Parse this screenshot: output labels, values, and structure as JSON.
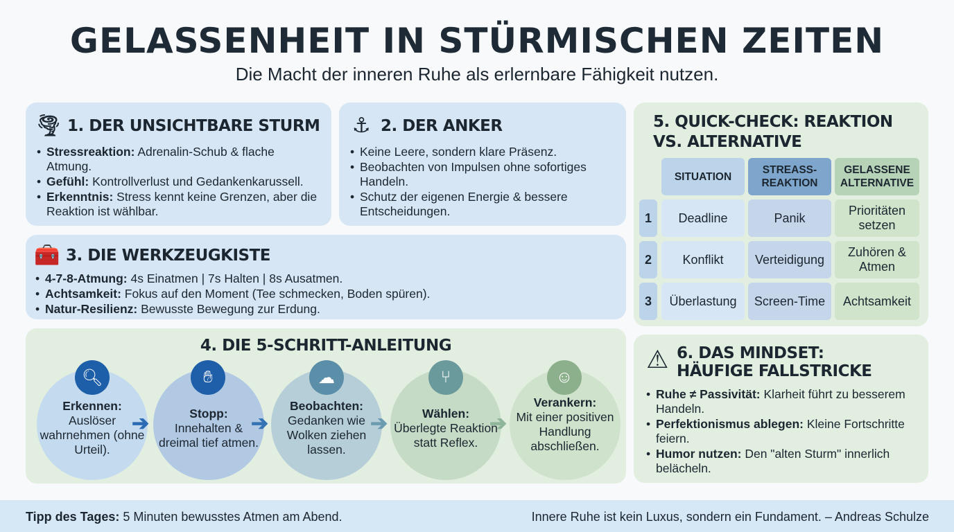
{
  "title": "GELASSENHEIT IN STÜRMISCHEN ZEITEN",
  "subtitle": "Die Macht der inneren Ruhe als erlernbare Fähigkeit nutzen.",
  "card1": {
    "title": "1. DER UNSICHTBARE STURM",
    "icon": "tornado-icon",
    "items": [
      {
        "label": "Stressreaktion:",
        "text": " Adrenalin-Schub & flache Atmung."
      },
      {
        "label": "Gefühl:",
        "text": " Kontrollverlust und Gedankenkarussell."
      },
      {
        "label": "Erkenntnis:",
        "text": " Stress kennt keine Grenzen, aber die Reaktion ist wählbar."
      }
    ]
  },
  "card2": {
    "title": "2. DER ANKER",
    "icon": "anchor-icon",
    "items": [
      "Keine Leere, sondern klare Präsenz.",
      "Beobachten von Impulsen ohne sofortiges Handeln.",
      "Schutz der eigenen Energie & bessere Entscheidungen."
    ]
  },
  "card3": {
    "title": "3. DIE WERKZEUGKISTE",
    "icon": "toolbox-icon",
    "items": [
      {
        "label": "4-7-8-Atmung:",
        "text": " 4s Einatmen | 7s Halten | 8s Ausatmen."
      },
      {
        "label": "Achtsamkeit:",
        "text": " Fokus auf den Moment (Tee schmecken, Boden spüren)."
      },
      {
        "label": "Natur-Resilienz:",
        "text": " Bewusste Bewegung zur Erdung."
      }
    ]
  },
  "card4": {
    "title": "4. DIE 5-SCHRITT-ANLEITUNG",
    "steps": [
      {
        "label": "Erkennen:",
        "text": "Auslöser wahrnehmen (ohne Urteil).",
        "icon": "search-icon"
      },
      {
        "label": "Stopp:",
        "text": "Innehalten & dreimal tief atmen.",
        "icon": "hand-stop-icon"
      },
      {
        "label": "Beobachten:",
        "text": "Gedanken wie Wolken ziehen lassen.",
        "icon": "cloud-icon"
      },
      {
        "label": "Wählen:",
        "text": "Überlegte Reaktion statt Reflex.",
        "icon": "split-arrow-icon"
      },
      {
        "label": "Verankern:",
        "text": "Mit einer positiven Handlung abschließen.",
        "icon": "smiley-icon"
      }
    ]
  },
  "card5": {
    "title": "5. QUICK-CHECK: REAKTION VS. ALTERNATIVE",
    "headers": [
      "SITUATION",
      "STREASS-\nREAKTION",
      "GELASSENE\nALTERNATIVE"
    ],
    "rows": [
      {
        "n": "1",
        "cells": [
          "Deadline",
          "Panik",
          "Prioritäten setzen"
        ]
      },
      {
        "n": "2",
        "cells": [
          "Konflikt",
          "Verteidigung",
          "Zuhören & Atmen"
        ]
      },
      {
        "n": "3",
        "cells": [
          "Überlastung",
          "Screen-Time",
          "Achtsamkeit"
        ]
      }
    ]
  },
  "card6": {
    "title1": "6. DAS MINDSET:",
    "title2": "HÄUFIGE FALLSTRICKE",
    "icon": "warning-icon",
    "items": [
      {
        "label": "Ruhe ≠ Passivität:",
        "text": " Klarheit führt zu besserem Handeln."
      },
      {
        "label": "Perfektionismus ablegen:",
        "text": " Kleine Fortschritte feiern."
      },
      {
        "label": "Humor nutzen:",
        "text": " Den \"alten Sturm\" innerlich belächeln."
      }
    ]
  },
  "footer": {
    "tip_label": "Tipp des Tages:",
    "tip_text": " 5 Minuten bewusstes Atmen am Abend.",
    "quote": "Innere Ruhe ist kein Luxus, sondern ein Fundament. – Andreas Schulze"
  }
}
